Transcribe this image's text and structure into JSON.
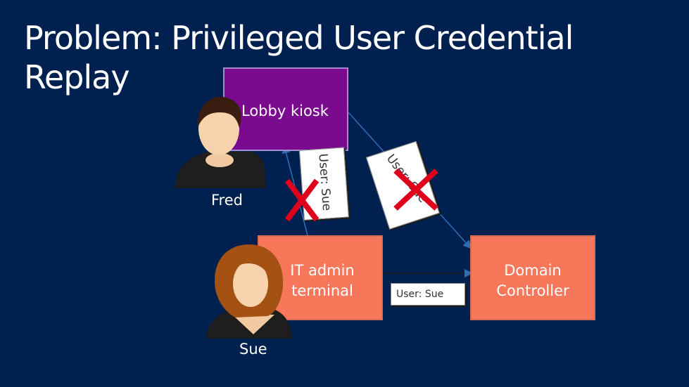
{
  "slide": {
    "title": "Problem: Privileged User Credential Replay"
  },
  "nodes": {
    "kiosk": "Lobby kiosk",
    "it_admin": "IT admin terminal",
    "domain_controller": "Domain Controller"
  },
  "people": {
    "fred": "Fred",
    "sue": "Sue"
  },
  "tickets": {
    "kiosk_to_admin": "User: Sue",
    "kiosk_to_dc": "User: Sue",
    "admin_to_dc": "User: Sue"
  },
  "colors": {
    "background": "#002050",
    "kiosk": "#7a0b8f",
    "terminal": "#f6775a",
    "blocked": "#e0001b",
    "arrow": "#2f6db5"
  },
  "icons": {
    "blocked": "red-x-icon",
    "fred": "man-avatar-icon",
    "sue": "woman-avatar-icon"
  }
}
